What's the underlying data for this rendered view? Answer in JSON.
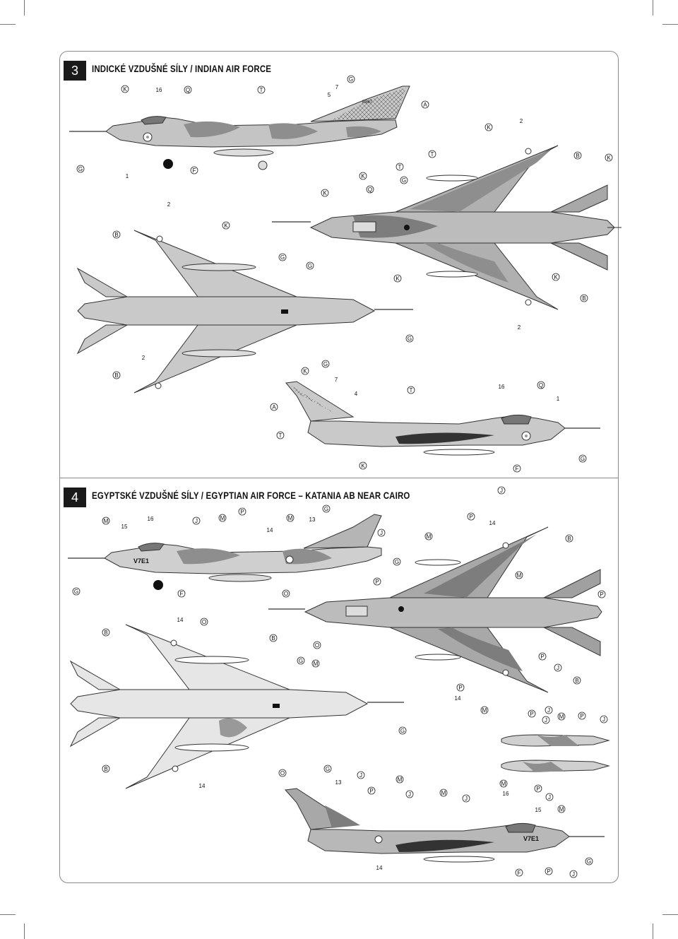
{
  "sections": [
    {
      "number": "3",
      "title": "INDICKÉ VZDUŠNÉ SÍLY / INDIAN AIR FORCE"
    },
    {
      "number": "4",
      "title": "EGYPTSKÉ VZDUŠNÉ SÍLY / EGYPTIAN AIR FORCE – KATANIA AB NEAR CAIRO"
    }
  ],
  "aircraft_markings": {
    "tail_number_india": "B867",
    "fuselage_code_egypt": "V7E1"
  },
  "callouts_section3": [
    "K",
    "16",
    "Q",
    "T",
    "G",
    "7",
    "5",
    "A",
    "K",
    "2",
    "G",
    "1",
    "F",
    "K",
    "T",
    "G",
    "T",
    "B",
    "K",
    "K",
    "Q",
    "2",
    "K",
    "B",
    "G",
    "G",
    "K",
    "K",
    "B",
    "2",
    "G",
    "B",
    "2",
    "K",
    "G",
    "7",
    "4",
    "T",
    "16",
    "Q",
    "1",
    "A",
    "T",
    "K",
    "F",
    "G"
  ],
  "callouts_section4": [
    "J",
    "G",
    "M",
    "16",
    "J",
    "M",
    "P",
    "M",
    "13",
    "P",
    "14",
    "15",
    "14",
    "J",
    "M",
    "B",
    "G",
    "P",
    "G",
    "F",
    "O",
    "M",
    "B",
    "P",
    "14",
    "O",
    "B",
    "O",
    "M",
    "P",
    "J",
    "G",
    "B",
    "P",
    "14",
    "M",
    "G",
    "P",
    "J",
    "M",
    "P",
    "J",
    "J",
    "B",
    "O",
    "14",
    "G",
    "13",
    "J",
    "M",
    "P",
    "J",
    "M",
    "J",
    "M",
    "16",
    "P",
    "J",
    "15",
    "M",
    "F",
    "P",
    "J",
    "G",
    "14"
  ],
  "colors": {
    "camo_dark": "#8e8e8e",
    "camo_light": "#c9c9c9",
    "camo_mid": "#a8a8a8",
    "egypt_light": "#d8d8d8",
    "outline": "#333333"
  }
}
